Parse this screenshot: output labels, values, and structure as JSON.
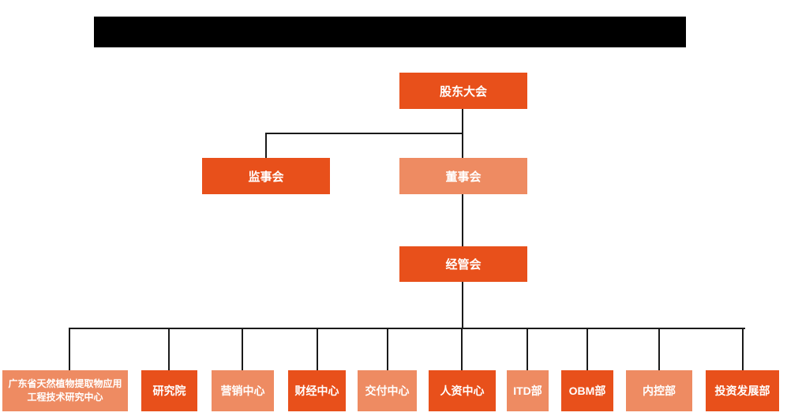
{
  "colors": {
    "primary_box": "#e8501b",
    "secondary_box": "#ee8b62",
    "connector_line": "#1a1a1a",
    "redaction_bar": "#000000",
    "box_text": "#ffffff"
  },
  "org_chart": {
    "type": "org-hierarchy",
    "levels": {
      "top": {
        "id": "shareholders-meeting",
        "label": "股东大会"
      },
      "second": [
        {
          "id": "supervisory-board",
          "label": "监事会"
        },
        {
          "id": "board-of-directors",
          "label": "董事会"
        }
      ],
      "third": {
        "id": "management-committee",
        "label": "经管会"
      },
      "departments": [
        {
          "id": "research-center",
          "label": "广东省天然植物提取物应用工程技术研究中心"
        },
        {
          "id": "research-institute",
          "label": "研究院"
        },
        {
          "id": "marketing-center",
          "label": "营销中心"
        },
        {
          "id": "finance-center",
          "label": "财经中心"
        },
        {
          "id": "delivery-center",
          "label": "交付中心"
        },
        {
          "id": "hr-center",
          "label": "人资中心"
        },
        {
          "id": "itd-department",
          "label": "ITD部"
        },
        {
          "id": "obm-department",
          "label": "OBM部"
        },
        {
          "id": "internal-control-department",
          "label": "内控部"
        },
        {
          "id": "investment-development-department",
          "label": "投资发展部"
        }
      ]
    }
  }
}
